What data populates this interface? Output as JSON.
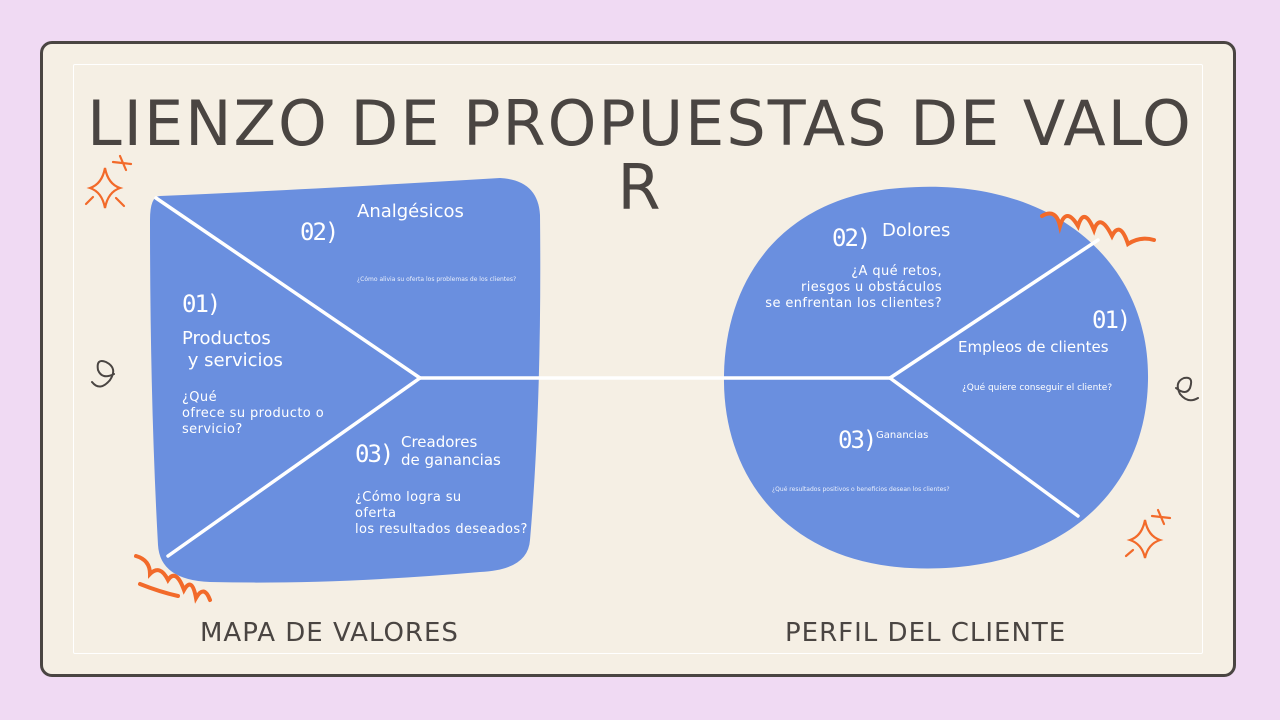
{
  "title": "LIENZO DE PROPUESTAS DE VALOR",
  "colors": {
    "background": "#f0daf3",
    "card": "#f5efe4",
    "shape": "#6a8fdf",
    "accent": "#f26a2a",
    "text": "#4a4542"
  },
  "value_map": {
    "footer": "MAPA DE VALORES",
    "products": {
      "number": "01)",
      "heading": "Productos\n y servicios",
      "question": "¿Qué\nofrece su producto o\nservicio?"
    },
    "pain_relievers": {
      "number": "02)",
      "heading": "Analgésicos",
      "question": "¿Cómo alivia su oferta los problemas de los clientes?"
    },
    "gain_creators": {
      "number": "03)",
      "heading": "Creadores\nde ganancias",
      "question": "¿Cómo logra su\noferta\nlos resultados deseados?"
    }
  },
  "customer_profile": {
    "footer": "PERFIL DEL CLIENTE",
    "jobs": {
      "number": "01)",
      "heading": "Empleos de clientes",
      "question": "¿Qué quiere conseguir el cliente?"
    },
    "pains": {
      "number": "02)",
      "heading": "Dolores",
      "question": "¿A qué retos,\nriesgos u obstáculos\nse enfrentan los clientes?"
    },
    "gains": {
      "number": "03)",
      "heading": "Ganancias",
      "question": "¿Qué resultados positivos o beneficios desean los clientes?"
    }
  }
}
